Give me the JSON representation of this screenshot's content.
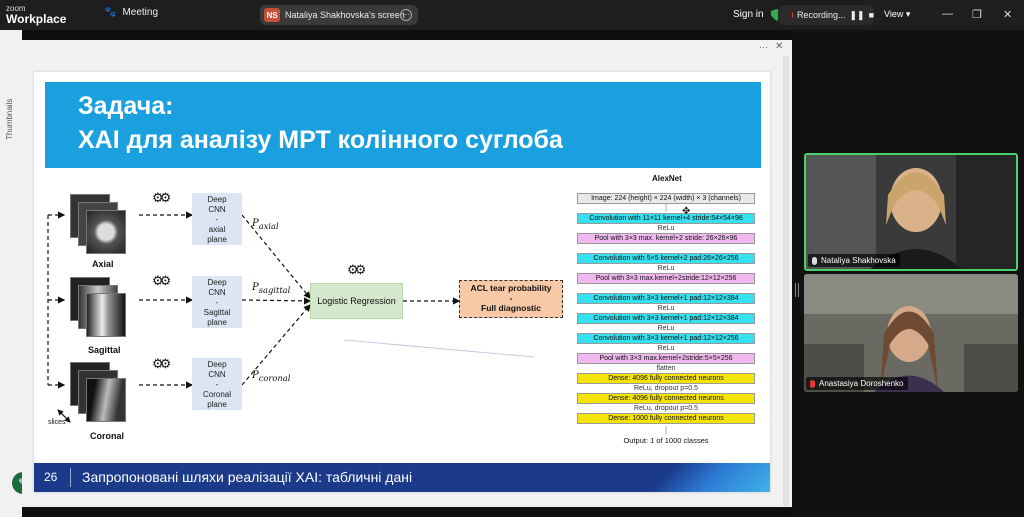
{
  "topbar": {
    "logo_small": "zoom",
    "logo_big": "Workplace",
    "meeting_label": "Meeting",
    "share_initials": "NS",
    "share_label": "Nataliya Shakhovska's screen",
    "signin_label": "Sign in",
    "recording_label": "Recording...",
    "view_label": "View"
  },
  "sidebar": {
    "thumbnails_label": "Thumbnails"
  },
  "slide": {
    "title_line1": "Задача:",
    "title_line2": "XAI для аналізу МРТ колінного суглоба",
    "planes": [
      {
        "label": "Axial",
        "cnn": [
          "Deep",
          "CNN",
          "-",
          "axial",
          "plane"
        ],
        "p_main": "P",
        "p_sub": "axial"
      },
      {
        "label": "Sagittal",
        "cnn": [
          "Deep",
          "CNN",
          "-",
          "Sagittal",
          "plane"
        ],
        "p_main": "P",
        "p_sub": "sagittal"
      },
      {
        "label": "Coronal",
        "cnn": [
          "Deep",
          "CNN",
          "-",
          "Coronal",
          "plane"
        ],
        "p_main": "P",
        "p_sub": "coronal"
      }
    ],
    "slices_label": "slices",
    "logreg_label": "Logistic Regression",
    "acl_line1": "ACL tear probability",
    "acl_line2": "-",
    "acl_line3": "Full diagnostic",
    "alexnet": {
      "title": "AlexNet",
      "layers": [
        {
          "text": "Image: 224 (height) × 224 (width) × 3 (channels)",
          "color": "#e9e9e9",
          "note": ""
        },
        {
          "text": "Convolution with 11×11 kernel+4 stride:54×54×96",
          "color": "#35e0ef",
          "note": "ReLu"
        },
        {
          "text": "Pool with 3×3 max. kernel+2 stride: 26×26×96",
          "color": "#f0b8ee",
          "note": ""
        },
        {
          "text": "Convolution with 5×5 kernel+2 pad:26×26×256",
          "color": "#35e0ef",
          "note": "ReLu"
        },
        {
          "text": "Pool with 3×3 max.kernel+2stride:12×12×256",
          "color": "#f0b8ee",
          "note": ""
        },
        {
          "text": "Convolution with 3×3 kernel+1 pad:12×12×384",
          "color": "#35e0ef",
          "note": "ReLu"
        },
        {
          "text": "Convolution with 3×3 kernel+1 pad:12×12×384",
          "color": "#35e0ef",
          "note": "ReLu"
        },
        {
          "text": "Convolution with 3×3 kernel+1 pad:12×12×256",
          "color": "#35e0ef",
          "note": "ReLu"
        },
        {
          "text": "Pool with 3×3 max.kernel+2stride:5×5×256",
          "color": "#f0b8ee",
          "note": "flatten"
        },
        {
          "text": "Dense: 4096 fully connected neurons",
          "color": "#f5e300",
          "note": "ReLu, dropout p=0.5"
        },
        {
          "text": "Dense: 4096 fully connected neurons",
          "color": "#f5e300",
          "note": "ReLu, dropout p=0.5"
        },
        {
          "text": "Dense: 1000 fully connected neurons",
          "color": "#f5e300",
          "note": ""
        }
      ],
      "output": "Output: 1 of 1000 classes"
    },
    "footer_page": "26",
    "footer_text": "Запропоновані шляхи реалізації XAI: табличні дані"
  },
  "participants": [
    {
      "name": "Nataliya Shakhovska",
      "muted": false
    },
    {
      "name": "Anastasiya Doroshenko",
      "muted": true
    }
  ],
  "colors": {
    "banner": "#1aa0df",
    "footer": "#1b3a8a",
    "active_speaker": "#49d16c",
    "cnn_box": "#dbe5f3",
    "logreg_box": "#d5e8cc",
    "acl_box": "#f7c9a7"
  }
}
